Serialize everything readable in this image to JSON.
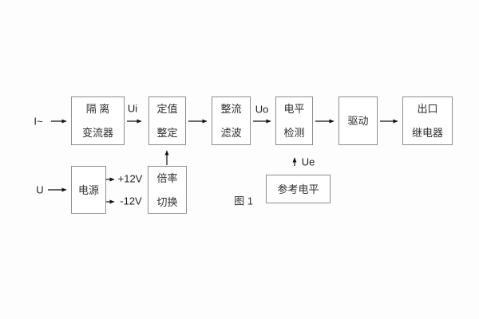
{
  "caption": "图 1",
  "blocks": {
    "isolation": {
      "line1": "隔 离",
      "line2": "变流器"
    },
    "setting": {
      "line1": "定值",
      "line2": "整定"
    },
    "rectifier": {
      "line1": "整流",
      "line2": "滤波"
    },
    "level_detect": {
      "line1": "电平",
      "line2": "检测"
    },
    "drive": {
      "label": "驱动"
    },
    "output_relay": {
      "line1": "出口",
      "line2": "继电器"
    },
    "power": {
      "label": "电源"
    },
    "ratio_switch": {
      "line1": "倍率",
      "line2": "切换"
    },
    "reference": {
      "label": "参考电平"
    }
  },
  "labels": {
    "input_current": "I~",
    "input_voltage": "U",
    "ui": "Ui",
    "uo": "Uo",
    "ue": "Ue",
    "plus12": "+12V",
    "minus12": "-12V"
  },
  "colors": {
    "background": "#fdfdfd",
    "box_border": "#8e8e8e",
    "text": "#2e2e2e",
    "arrow": "#111111"
  }
}
